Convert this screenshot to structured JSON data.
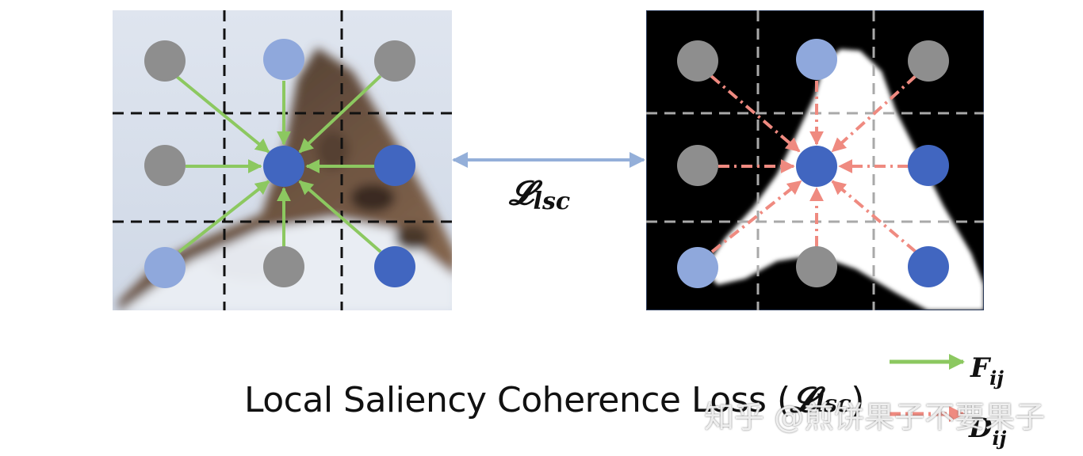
{
  "loss_label_main": "𝓛",
  "loss_label_sub": "lsc",
  "caption_text": "Local Saliency Coherence Loss",
  "caption_open": "(",
  "caption_sym": "𝓛",
  "caption_sub": "lsc",
  "caption_close": ")",
  "legend": {
    "f_main": "F",
    "f_sub": "ij",
    "d_main": "D",
    "d_sub": "ij"
  },
  "watermark": "知乎 @煎饼果子不要果子",
  "colors": {
    "node_gray": "#8e8e8e",
    "node_light_blue": "#8fa8dc",
    "node_dark_blue": "#4166c0",
    "arrow_green": "#8cc860",
    "arrow_red": "#ef8a80",
    "double_arrow": "#94afd9"
  }
}
